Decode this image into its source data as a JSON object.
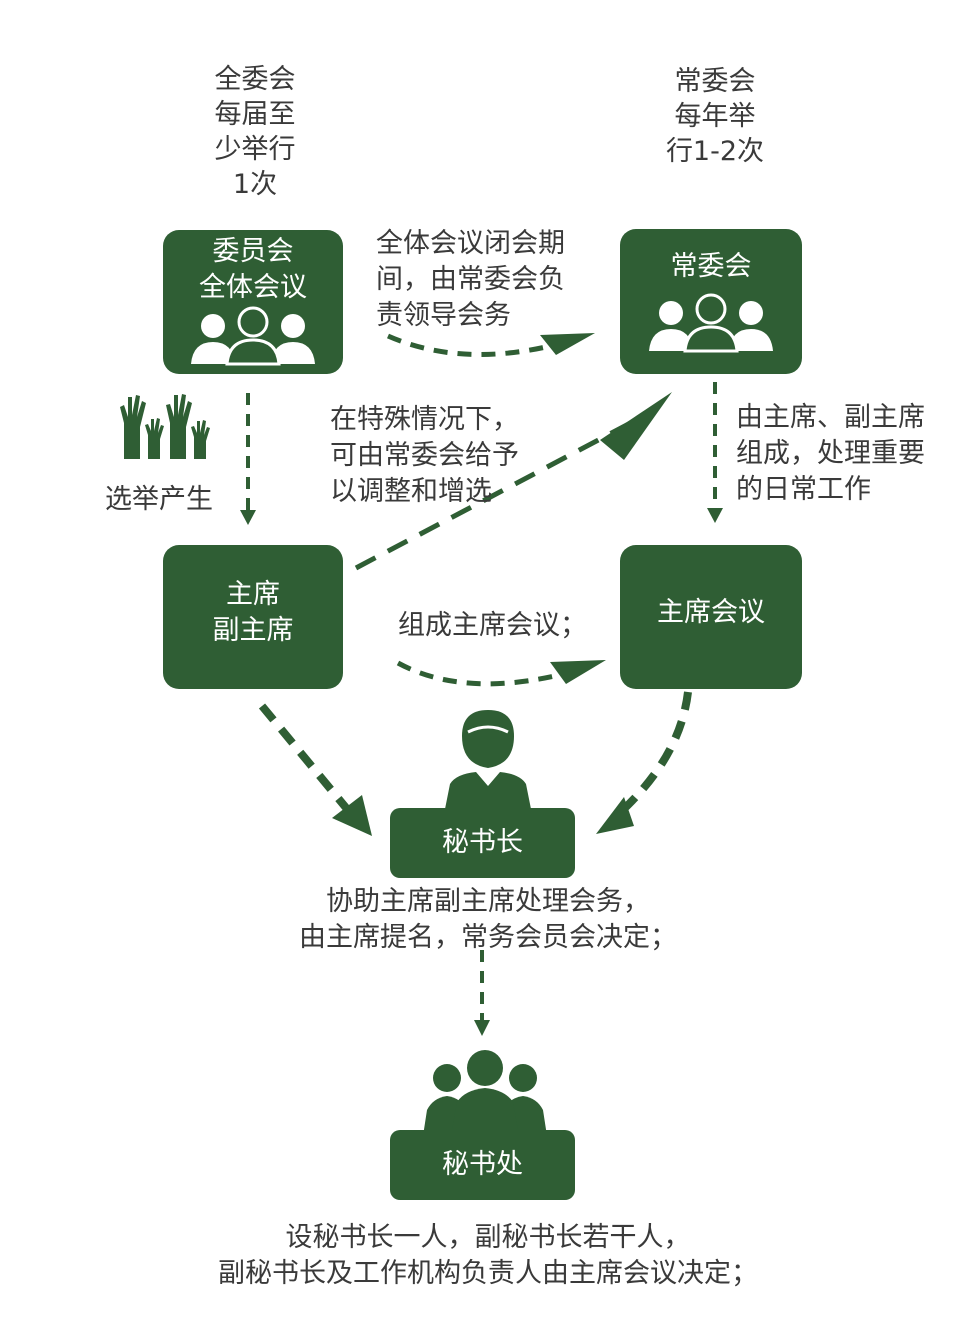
{
  "colors": {
    "green": "#2f5e34",
    "arrow": "#2f5e34",
    "text": "#3a3a3a",
    "background": "#ffffff"
  },
  "plenary_frequency": [
    "全委会",
    "每届至",
    "少举行",
    "1次"
  ],
  "standing_frequency": [
    "常委会",
    "每年举",
    "行1-2次"
  ],
  "plenary_box": {
    "line1": "委员会",
    "line2": "全体会议",
    "icon": "three-people-icon"
  },
  "standing_box": {
    "label": "常委会",
    "icon": "three-people-icon"
  },
  "chair_box": {
    "line1": "主席",
    "line2": "副主席"
  },
  "chair_meeting_box": {
    "label": "主席会议"
  },
  "secretary_general_box": {
    "label": "秘书长",
    "icon": "person-icon"
  },
  "secretariat_box": {
    "label": "秘书处",
    "icon": "group-icon"
  },
  "notes": {
    "recess": [
      "全体会议闭会期",
      "间，由常委会负",
      "责领导会务"
    ],
    "election": "选举产生",
    "special": [
      "在特殊情况下，",
      "可由常委会给予",
      "以调整和增选"
    ],
    "composition": [
      "由主席、副主席",
      "组成，处理重要",
      "的日常工作"
    ],
    "form_meeting": "组成主席会议；",
    "secretary_general_desc": [
      "协助主席副主席处理会务，",
      "由主席提名，常务会员会决定；"
    ],
    "secretariat_desc": [
      "设秘书长一人，副秘书长若干人，",
      "副秘书长及工作机构负责人由主席会议决定；"
    ]
  }
}
